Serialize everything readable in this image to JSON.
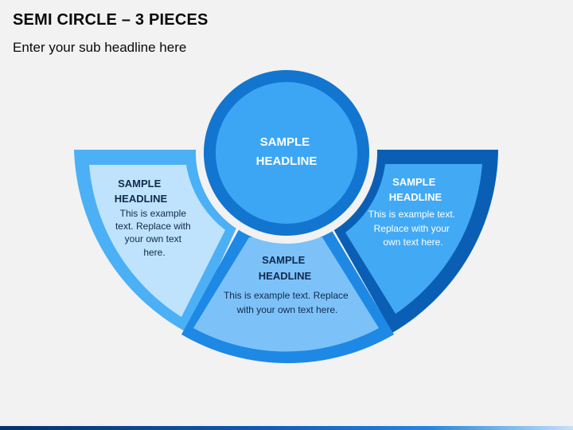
{
  "header": {
    "title": "SEMI CIRCLE – 3 PIECES",
    "subtitle": "Enter your sub headline here"
  },
  "center": {
    "headline_line1": "SAMPLE",
    "headline_line2": "HEADLINE"
  },
  "left": {
    "headline_line1": "SAMPLE",
    "headline_line2": "HEADLINE",
    "body_line1": "This is example",
    "body_line2": "text. Replace with",
    "body_line3": "your own text",
    "body_line4": "here."
  },
  "middle": {
    "headline_line1": "SAMPLE",
    "headline_line2": "HEADLINE",
    "body_line1": "This is example text. Replace",
    "body_line2": "with your own text here."
  },
  "right": {
    "headline_line1": "SAMPLE",
    "headline_line2": "HEADLINE",
    "body_line1": "This is example text.",
    "body_line2": "Replace with your",
    "body_line3": "own text here."
  },
  "colors": {
    "left_outer": "#4bb0f5",
    "left_inner": "#bfe3fd",
    "middle_outer": "#1e88e5",
    "middle_inner": "#7cc2f9",
    "right_outer": "#0a5fb4",
    "right_inner": "#42a9f5",
    "center_outer": "#1275cf",
    "center_inner": "#3ca6f5",
    "dark_text": "#12294d"
  }
}
